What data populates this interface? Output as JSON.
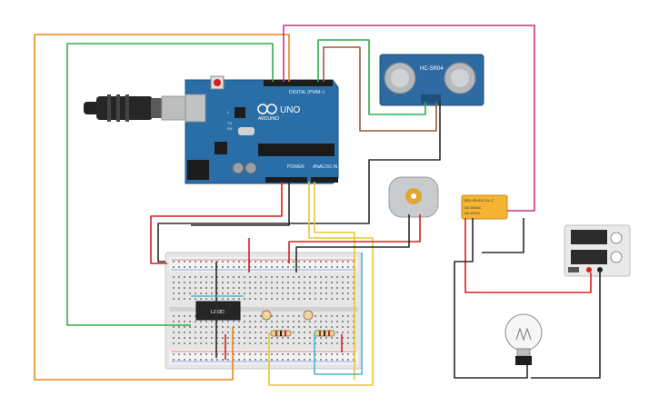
{
  "arduino": {
    "brand": "ARDUINO",
    "model": "UNO",
    "digital_label": "DIGITAL (PWM~)",
    "power_label": "POWER",
    "analog_label": "ANALOG IN",
    "tx_label": "TX",
    "rx_label": "RX",
    "l_label": "L"
  },
  "sensor": {
    "label": "HC-SR04"
  },
  "ic": {
    "label": "L293D"
  },
  "relay": {
    "line1": "SRD-05VDC-SL-C",
    "line2": "10A 250VAC",
    "line3": "10A 30VDC"
  },
  "colors": {
    "board": "#2a6ea8",
    "wire_red": "#d42020",
    "wire_black": "#2b2b2b",
    "wire_green": "#2fae4a",
    "wire_orange": "#e8861c",
    "wire_magenta": "#c8357f",
    "wire_yellow": "#e8c632",
    "wire_cyan": "#4ab8cf",
    "wire_brown": "#9a5a30",
    "breadboard": "#e6e6e6",
    "relay_body": "#f5b432"
  }
}
